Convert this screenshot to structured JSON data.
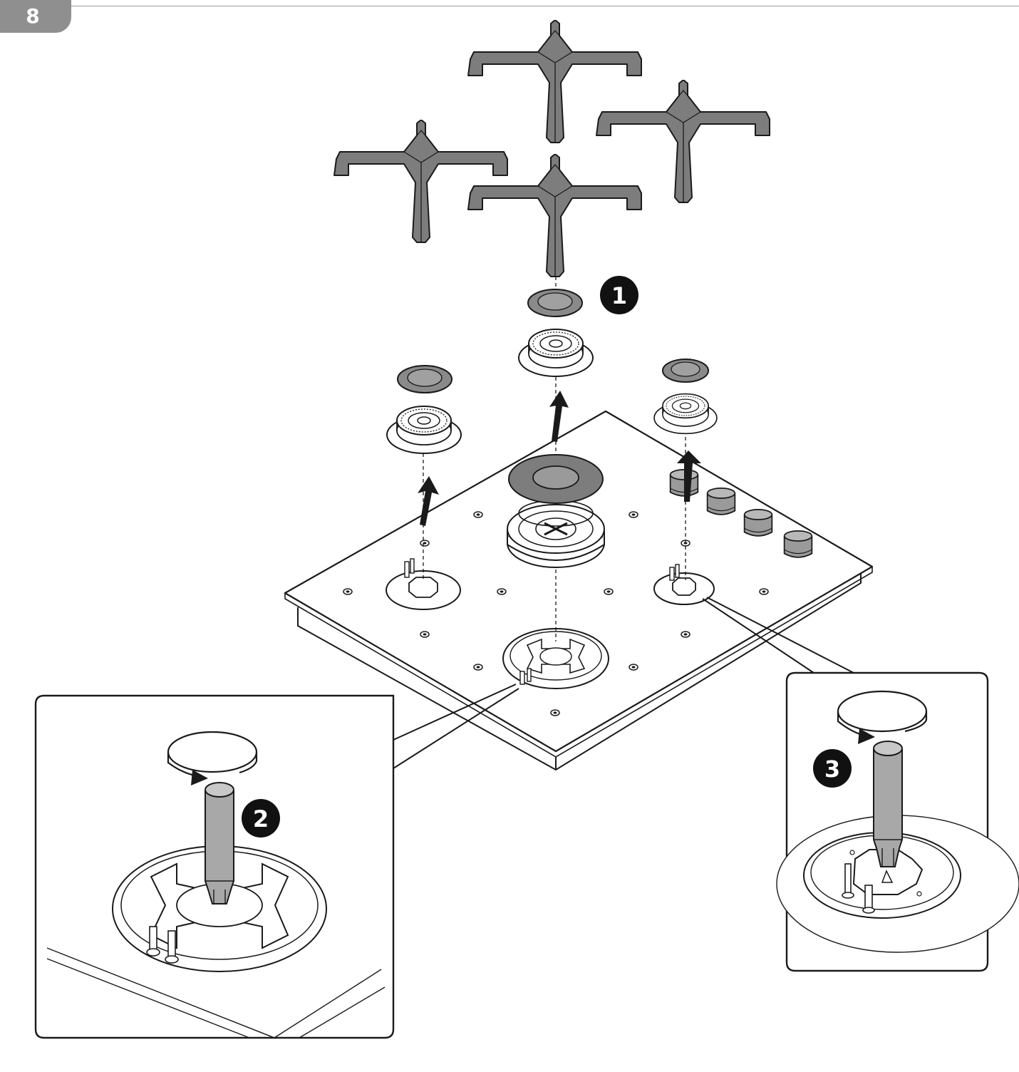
{
  "page": {
    "number": "8"
  },
  "steps": [
    {
      "label": "1"
    },
    {
      "label": "2"
    },
    {
      "label": "3"
    }
  ],
  "colors": {
    "line": "#1a1a1a",
    "part_gray": "#7d7d7d",
    "cap_gray": "#8a8a8a",
    "tab_gray": "#8f8f8f",
    "badge": "#111111"
  }
}
